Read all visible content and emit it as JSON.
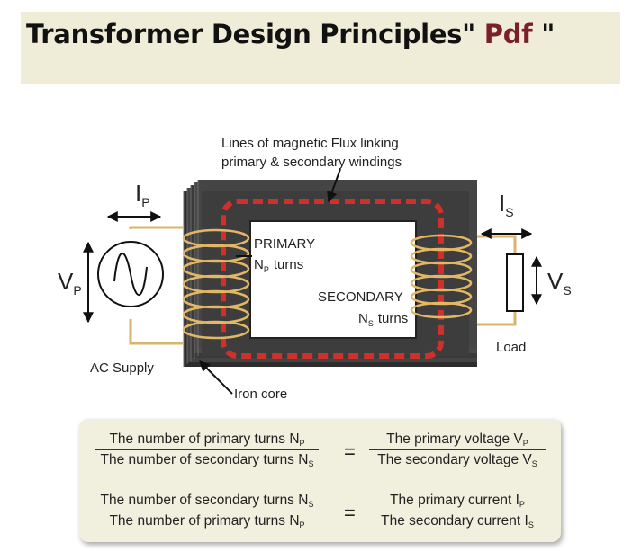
{
  "title": {
    "main": "Transformer Design Principles\"",
    "pdf": "Pdf",
    "close": "\""
  },
  "diagram": {
    "flux_label_line1": "Lines of magnetic Flux linking",
    "flux_label_line2": "primary & secondary windings",
    "ip_letter": "I",
    "ip_sub": "P",
    "is_letter": "I",
    "is_sub": "S",
    "vp_letter": "V",
    "vp_sub": "P",
    "vs_letter": "V",
    "vs_sub": "S",
    "primary_label": "PRIMARY",
    "primary_turns_n": "N",
    "primary_turns_sub": "P",
    "primary_turns_text": "turns",
    "secondary_label": "SECONDARY",
    "secondary_turns_n": "N",
    "secondary_turns_sub": "S",
    "secondary_turns_text": "turns",
    "ac_supply": "AC Supply",
    "iron_core": "Iron core",
    "load": "Load"
  },
  "formulas": {
    "row1": {
      "left_num": "The number of primary turns N",
      "left_num_sub": "P",
      "left_den": "The number of secondary turns N",
      "left_den_sub": "S",
      "equals": "=",
      "right_num": "The primary voltage V",
      "right_num_sub": "P",
      "right_den": "The secondary voltage V",
      "right_den_sub": "S"
    },
    "row2": {
      "left_num": "The number of secondary turns N",
      "left_num_sub": "S",
      "left_den": "The number of primary turns N",
      "left_den_sub": "P",
      "equals": "=",
      "right_num": "The primary current I",
      "right_num_sub": "P",
      "right_den": "The secondary current I",
      "right_den_sub": "S"
    }
  },
  "colors": {
    "title_accent": "#7b1f2a",
    "banner_bg": "#efecd8",
    "core": "#3a3a3a",
    "flux": "#d0302a",
    "winding": "#e0b060",
    "wire": "#d9b46a",
    "formula_bg": "#f1efdd"
  }
}
